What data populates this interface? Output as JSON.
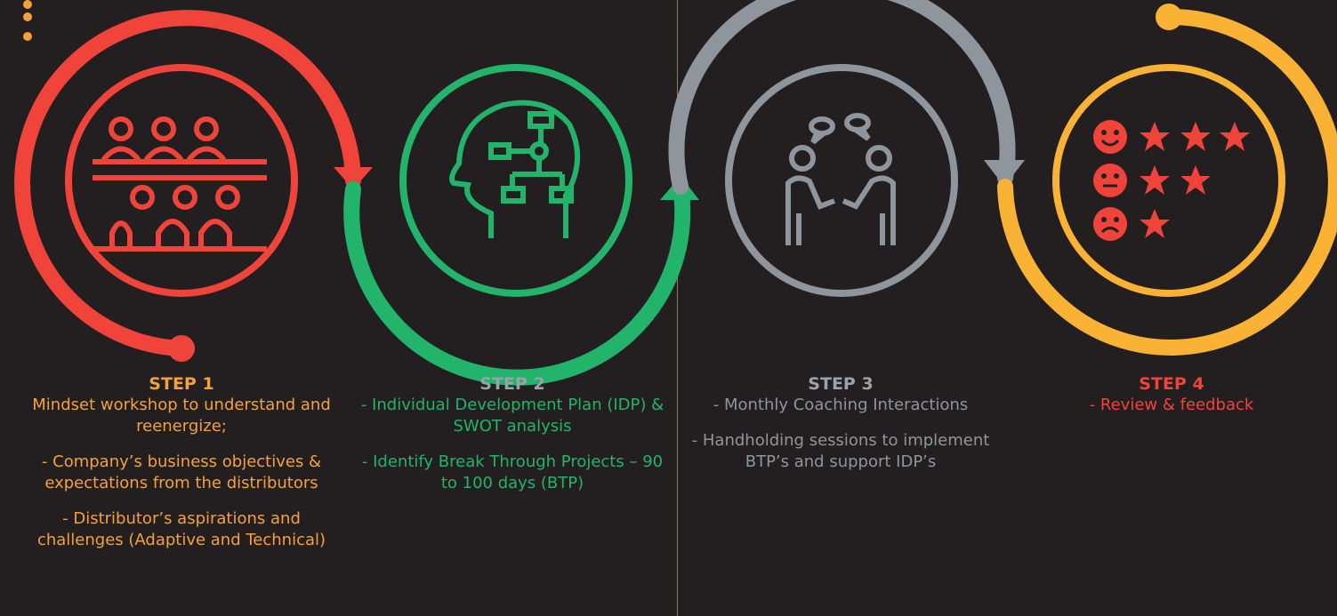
{
  "steps": [
    {
      "title": "STEP 1",
      "ring_color": "#f0443a",
      "icon": "audience-people-icon",
      "paragraphs": [
        "Mindset workshop to understand and reenergize;",
        "- Company’s business objectives & expectations from the distributors",
        "- Distributor’s aspirations and challenges (Adaptive and Technical)"
      ]
    },
    {
      "title": "STEP 2",
      "ring_color": "#23b46b",
      "icon": "head-flowchart-icon",
      "paragraphs": [
        "- Individual Development Plan (IDP) & SWOT analysis",
        "- Identify Break Through Projects – 90 to 100 days (BTP)"
      ]
    },
    {
      "title": "STEP 3",
      "ring_color": "#8f959c",
      "icon": "coaching-conversation-icon",
      "paragraphs": [
        "- Monthly Coaching Interactions",
        "- Handholding sessions to implement BTP’s and support IDP’s"
      ]
    },
    {
      "title": "STEP 4",
      "ring_color": "#f9b233",
      "icon": "rating-faces-stars-icon",
      "paragraphs": [
        "- Review & feedback"
      ]
    }
  ],
  "colors": {
    "background": "#231f20",
    "icon_red": "#f0443a",
    "accent_orange": "#f5a13b"
  }
}
